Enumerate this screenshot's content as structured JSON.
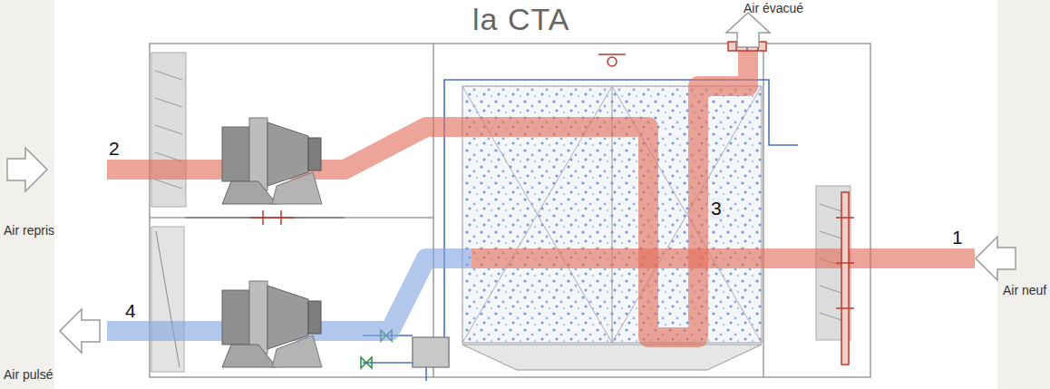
{
  "diagram": {
    "title": "la CTA",
    "labels": [
      "Air évacué",
      "2",
      "Air repris",
      "3",
      "1",
      "Air neuf",
      "4",
      "Air pulsé"
    ]
  }
}
